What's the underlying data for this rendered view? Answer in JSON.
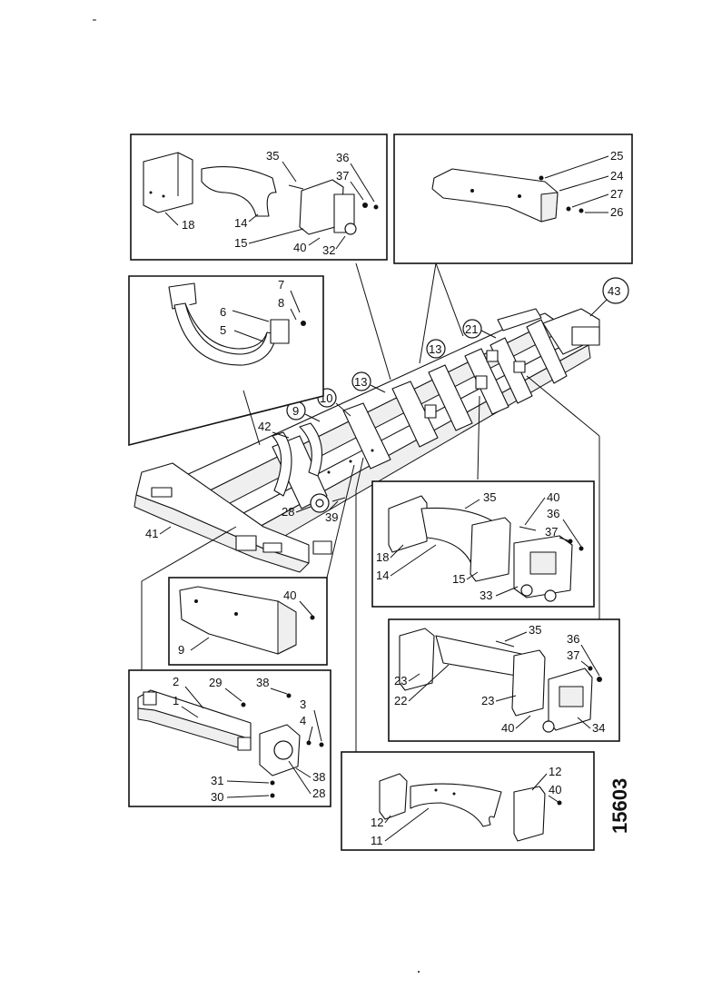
{
  "figure_number": "15603",
  "callouts": {
    "c18a": "18",
    "c14a": "14",
    "c15a": "15",
    "c35a": "35",
    "c36a": "36",
    "c37a": "37",
    "c40a": "40",
    "c32a": "32",
    "c25": "25",
    "c24": "24",
    "c27": "27",
    "c26": "26",
    "c7": "7",
    "c8": "8",
    "c6": "6",
    "c5": "5",
    "c43": "43",
    "c21": "21",
    "c13a": "13",
    "c13b": "13",
    "c10": "10",
    "c9a": "9",
    "c42": "42",
    "c41": "41",
    "c28a": "28",
    "c39": "39",
    "c35b": "35",
    "c40b": "40",
    "c36b": "36",
    "c37b": "37",
    "c18b": "18",
    "c14b": "14",
    "c15b": "15",
    "c33": "33",
    "c40c": "40",
    "c9b": "9",
    "c35c": "35",
    "c36c": "36",
    "c37c": "37",
    "c23a": "23",
    "c22": "22",
    "c23b": "23",
    "c40d": "40",
    "c34": "34",
    "c2": "2",
    "c29": "29",
    "c38a": "38",
    "c1": "1",
    "c3": "3",
    "c4": "4",
    "c38b": "38",
    "c31": "31",
    "c30": "30",
    "c28b": "28",
    "c12a": "12",
    "c40e": "40",
    "c12b": "12",
    "c11": "11"
  }
}
